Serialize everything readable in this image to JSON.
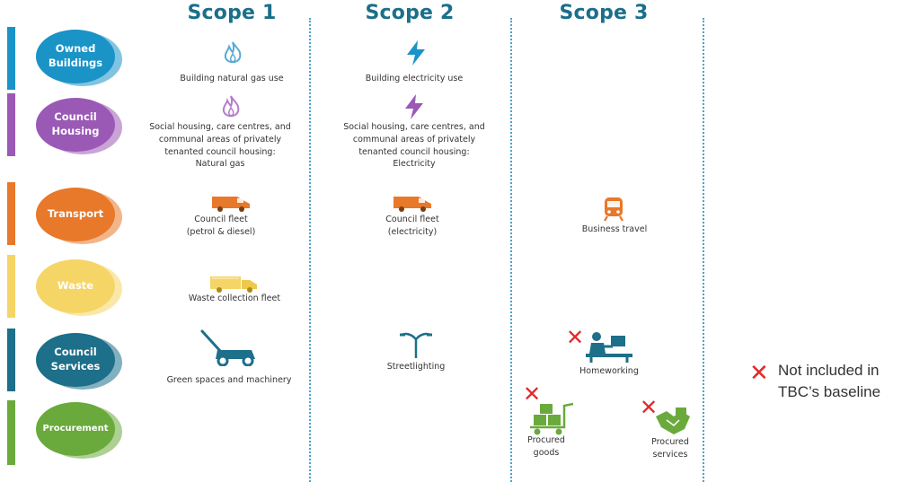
{
  "scopes": [
    "Scope 1",
    "Scope 2",
    "Scope 3"
  ],
  "colors": {
    "teal_title": "#1b6f8a",
    "owned_buildings": "#1a93c7",
    "council_housing": "#9b59b6",
    "transport": "#e8782a",
    "waste": "#f5d565",
    "council_services": "#1d6f8a",
    "procurement": "#6aaa3c",
    "not_included": "#e12a2a"
  },
  "categories": {
    "owned_buildings": "Owned\nBuildings",
    "council_housing": "Council\nHousing",
    "transport": "Transport",
    "waste": "Waste",
    "council_services": "Council\nServices",
    "procurement": "Procurement"
  },
  "items": {
    "building_gas": {
      "label": "Building natural gas use",
      "icon": "flame-icon"
    },
    "building_elec": {
      "label": "Building electricity use",
      "icon": "lightning-icon"
    },
    "housing_gas": {
      "label": "Social housing, care centres, and\ncommunal areas of privately\ntenanted council housing:\nNatural gas",
      "icon": "flame-icon"
    },
    "housing_elec": {
      "label": "Social housing, care centres, and\ncommunal areas of privately\ntenanted council housing:\nElectricity",
      "icon": "lightning-icon"
    },
    "fleet_fuel": {
      "label": "Council fleet\n(petrol & diesel)",
      "icon": "van-icon"
    },
    "fleet_elec": {
      "label": "Council fleet\n(electricity)",
      "icon": "van-icon"
    },
    "business_travel": {
      "label": "Business travel",
      "icon": "train-icon"
    },
    "waste_fleet": {
      "label": "Waste collection fleet",
      "icon": "truck-icon"
    },
    "green_spaces": {
      "label": "Green spaces and machinery",
      "icon": "lawnmower-icon"
    },
    "streetlighting": {
      "label": "Streetlighting",
      "icon": "streetlight-icon"
    },
    "homeworking": {
      "label": "Homeworking",
      "icon": "desk-worker-icon"
    },
    "procured_goods": {
      "label": "Procured\ngoods",
      "icon": "trolley-icon"
    },
    "procured_services": {
      "label": "Procured\nservices",
      "icon": "handshake-icon"
    }
  },
  "legend": {
    "mark": "✕",
    "text": "Not included in\nTBC’s baseline"
  }
}
